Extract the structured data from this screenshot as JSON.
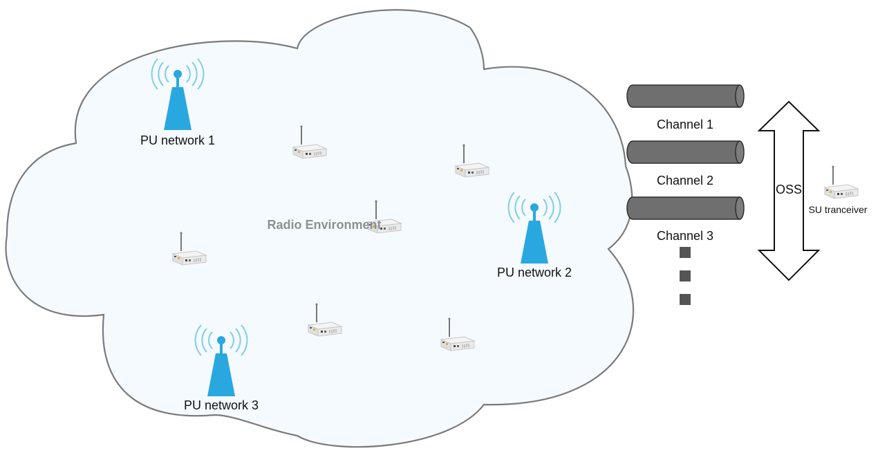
{
  "cloud": {
    "label": "Radio Environment",
    "fill": "#f4fafd",
    "stroke": "#7a7a7a",
    "label_color": "#8a9097"
  },
  "pu_networks": [
    {
      "label": "PU network 1"
    },
    {
      "label": "PU network 2"
    },
    {
      "label": "PU network 3"
    }
  ],
  "tower_color": "#29a8e0",
  "wave_color": "#7fcde9",
  "channels": [
    {
      "label": "Channel 1"
    },
    {
      "label": "Channel 2"
    },
    {
      "label": "Channel 3"
    }
  ],
  "channel_color": "#6f6f6f",
  "more_marker_color": "#555555",
  "oss": {
    "label": "OSS"
  },
  "su": {
    "label": "SU tranceiver"
  },
  "router_icon": "wireless-router-icon",
  "tower_icon": "radio-tower-icon"
}
